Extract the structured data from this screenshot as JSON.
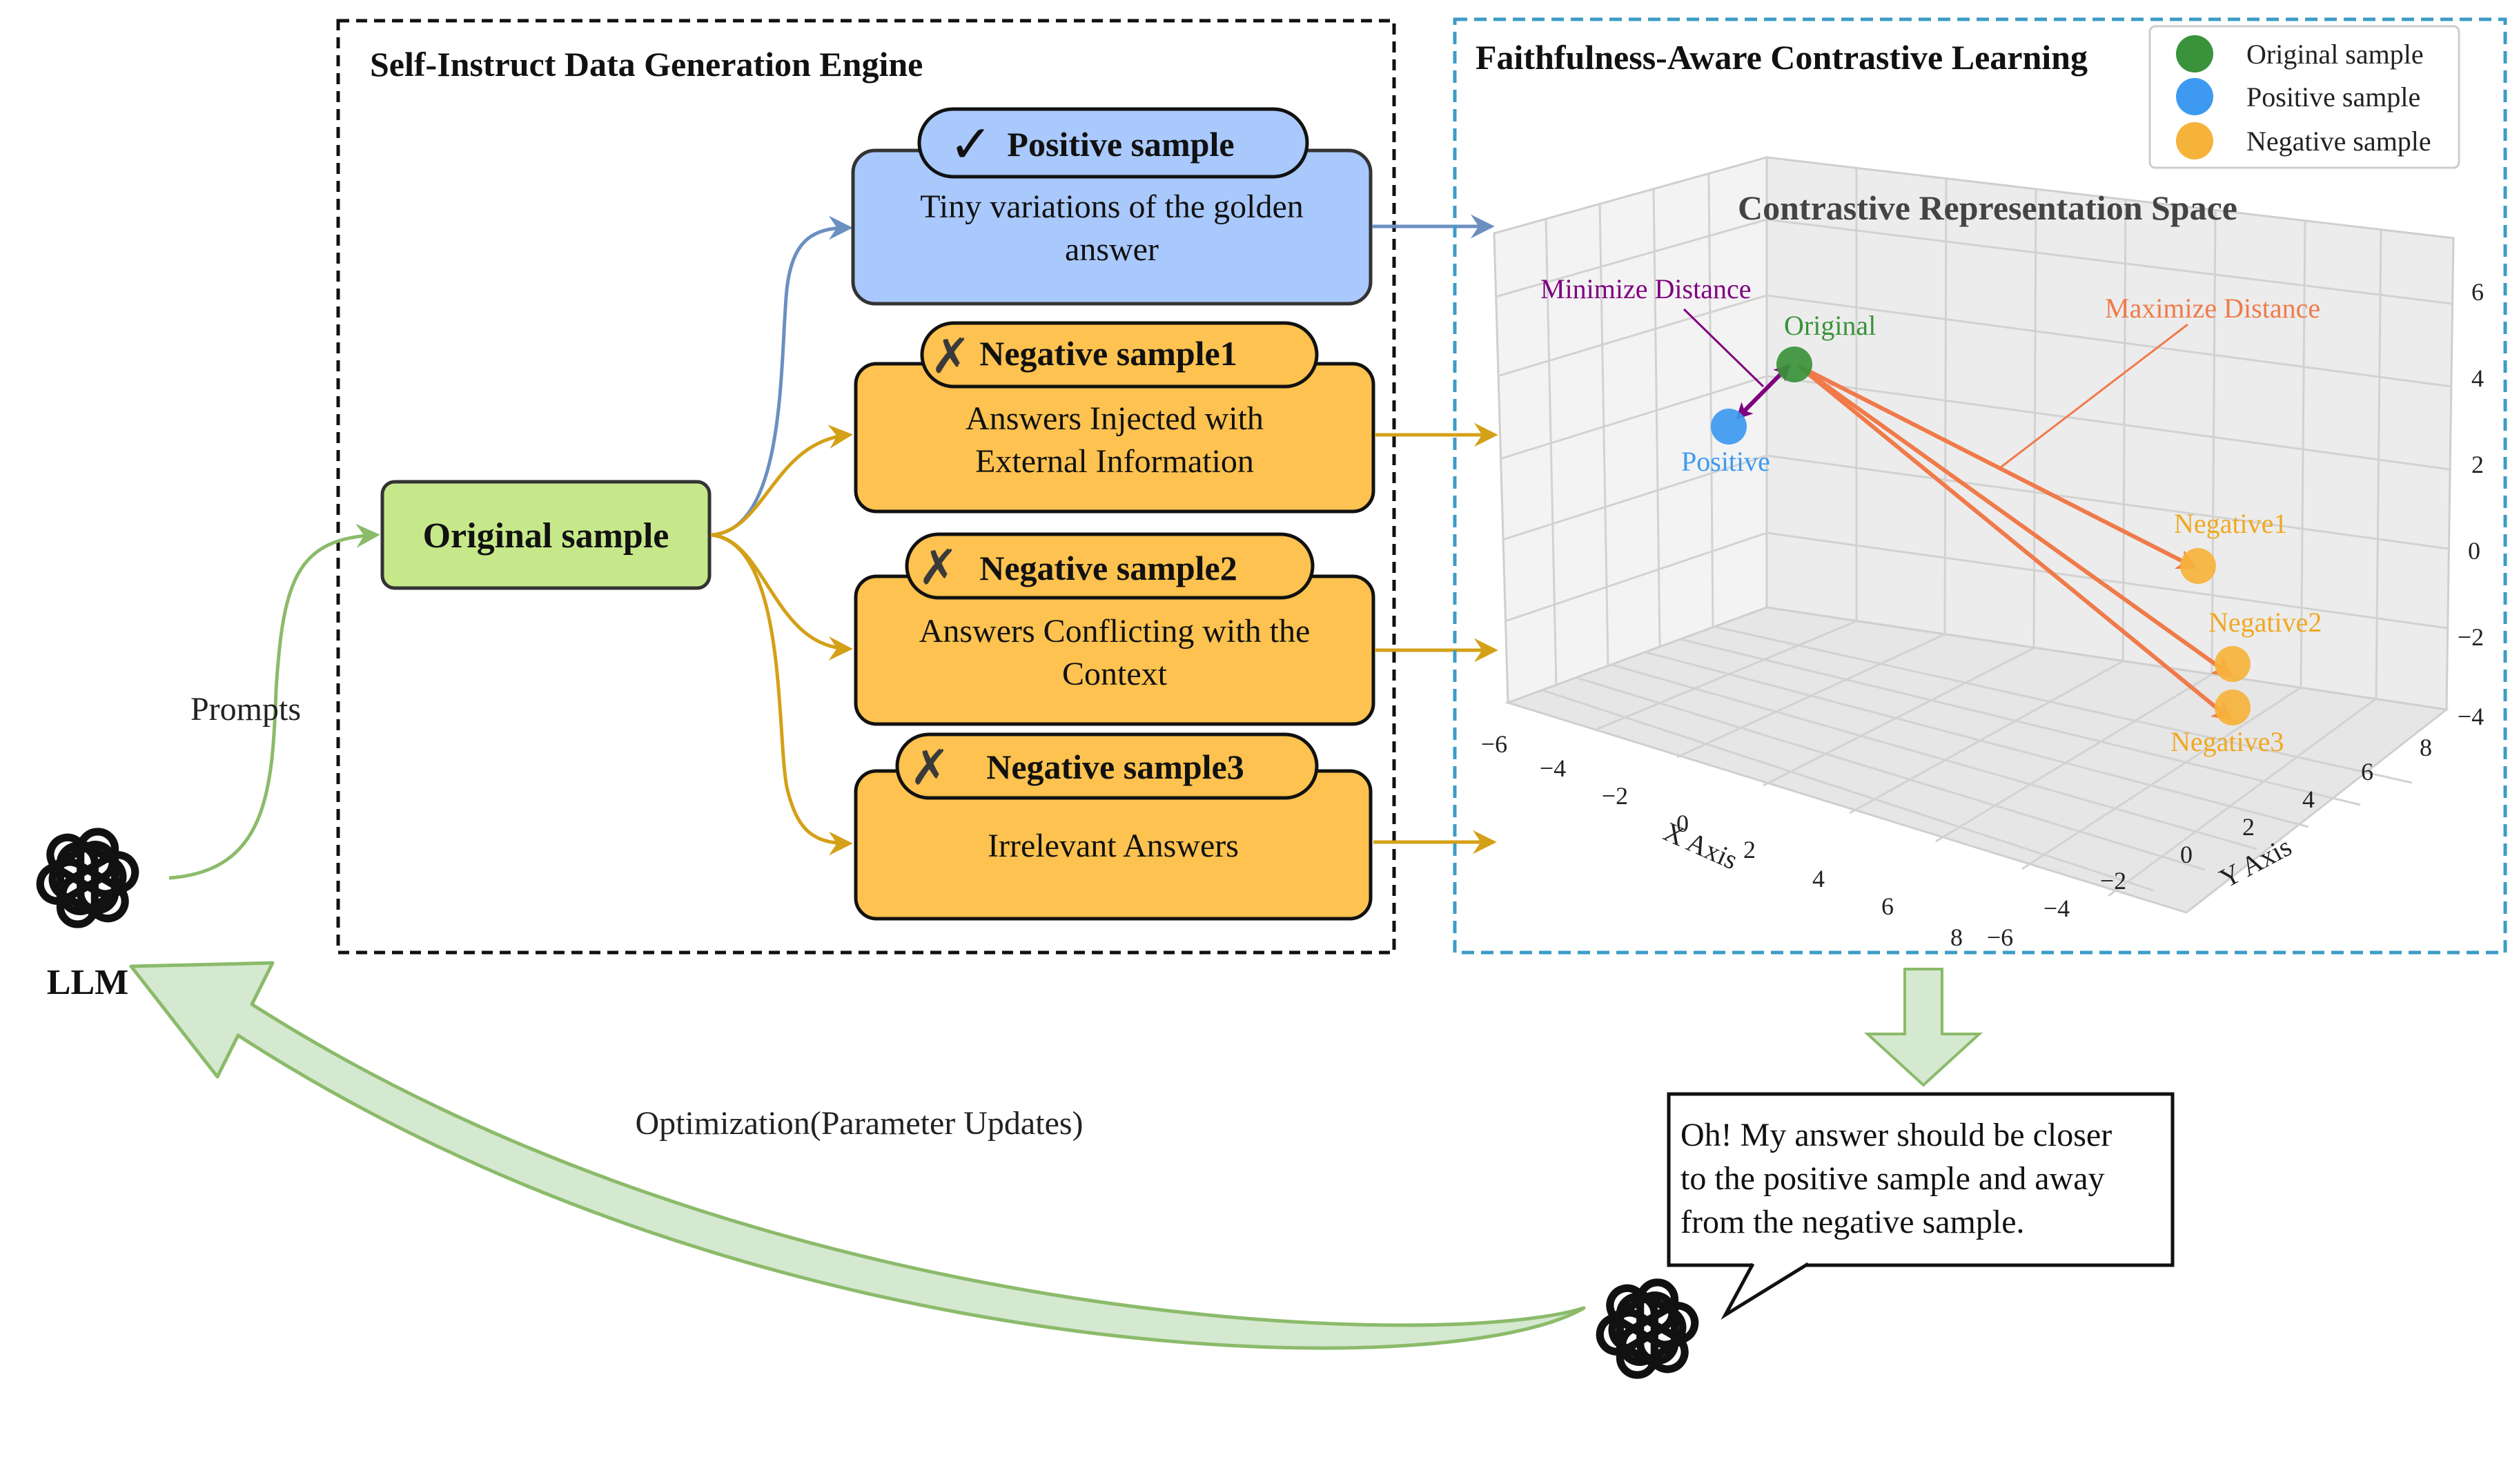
{
  "left_panel": {
    "title": "Self-Instruct Data Generation Engine",
    "original_node": "Original sample",
    "samples": [
      {
        "tab": "Positive sample",
        "mark": "✓",
        "desc_lines": [
          "Tiny variations of the golden",
          "answer"
        ]
      },
      {
        "tab": "Negative sample1",
        "mark": "✗",
        "desc_lines": [
          "Answers Injected with",
          "External Information"
        ]
      },
      {
        "tab": "Negative sample2",
        "mark": "✗",
        "desc_lines": [
          "Answers Conflicting with the",
          "Context"
        ]
      },
      {
        "tab": "Negative sample3",
        "mark": "✗",
        "desc_lines": [
          "Irrelevant Answers"
        ]
      }
    ]
  },
  "right_panel": {
    "title": "Faithfulness-Aware Contrastive Learning",
    "plot_title": "Contrastive Representation Space",
    "legend": [
      {
        "label": "Original sample",
        "color": "#3a923a"
      },
      {
        "label": "Positive sample",
        "color": "#3d9af0"
      },
      {
        "label": "Negative sample",
        "color": "#f6b33b"
      }
    ],
    "annotations": {
      "minimize": "Minimize Distance",
      "maximize": "Maximize Distance",
      "original": "Original",
      "positive": "Positive",
      "negative1": "Negative1",
      "negative2": "Negative2",
      "negative3": "Negative3"
    },
    "x_axis": {
      "label": "X Axis",
      "ticks": [
        "−6",
        "−4",
        "−2",
        "0",
        "2",
        "4",
        "6",
        "8"
      ]
    },
    "y_axis": {
      "label": "Y Axis",
      "ticks": [
        "−6",
        "−4",
        "−2",
        "0",
        "2",
        "4",
        "6",
        "8"
      ]
    },
    "z_axis": {
      "ticks": [
        "6",
        "4",
        "2",
        "0",
        "−2",
        "−4"
      ]
    }
  },
  "chart_data": {
    "type": "scatter",
    "title": "Contrastive Representation Space",
    "xlabel": "X Axis",
    "ylabel": "Y Axis",
    "xlim": [
      -6,
      8
    ],
    "ylim": [
      -6,
      8
    ],
    "zlim": [
      -4,
      6
    ],
    "grid": true,
    "legend_position": "top-right",
    "series": [
      {
        "name": "Original sample",
        "color": "#3a923a",
        "labels": [
          "Original"
        ]
      },
      {
        "name": "Positive sample",
        "color": "#3d9af0",
        "labels": [
          "Positive"
        ]
      },
      {
        "name": "Negative sample",
        "color": "#f6b33b",
        "labels": [
          "Negative1",
          "Negative2",
          "Negative3"
        ]
      }
    ]
  },
  "llm": {
    "label": "LLM"
  },
  "flow": {
    "prompts": "Prompts",
    "optimization": "Optimization(Parameter Updates)"
  },
  "speech": {
    "lines": [
      "Oh! My answer should be closer",
      "to the positive sample and away",
      "from the negative sample."
    ]
  },
  "colors": {
    "positive_fill": "#a9c8fb",
    "negative_fill": "#fdc24f",
    "original_fill": "#c6e88a",
    "positive_arrow": "#6b8fbf",
    "negative_arrow": "#d4a017",
    "green_arrow": "#8bbb6a",
    "big_arrow_fill": "#d5e8d0",
    "right_panel_border": "#3c9cc6",
    "minimize_color": "#800080",
    "maximize_color": "#f07a4a"
  }
}
